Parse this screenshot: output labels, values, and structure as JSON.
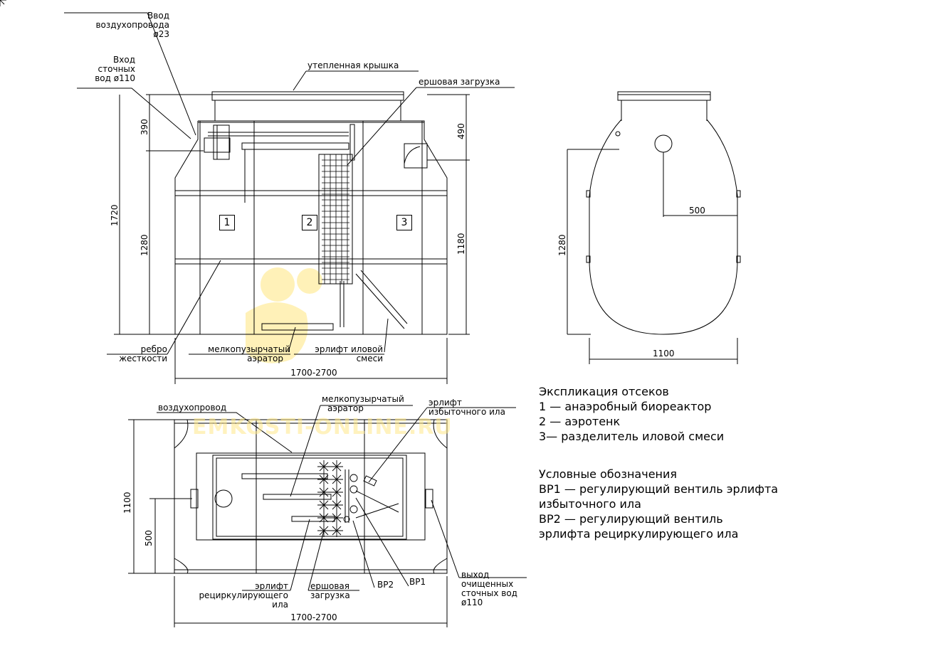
{
  "labels": {
    "air_inlet": [
      "Ввод",
      "воздухопровода",
      "ø23"
    ],
    "wastewater_inlet": [
      "Вход",
      "сточных",
      "вод ø110"
    ],
    "insulated_lid": "утепленная крышка",
    "brush_media_top": "ершовая загрузка",
    "stiffening_rib": [
      "ребро",
      "жесткости"
    ],
    "fine_aerator_side": [
      "мелкопузырчатый",
      "аэратор"
    ],
    "sludge_airlift_side": [
      "эрлифт иловой",
      "смеси"
    ],
    "air_line_plan": "воздухопровод",
    "fine_aerator_plan": [
      "мелкопузырчатый",
      "аэратор"
    ],
    "excess_airlift_plan": [
      "эрлифт",
      "избыточного ила"
    ],
    "recirc_airlift_plan": [
      "эрлифт",
      "рециркулирующего",
      "ила"
    ],
    "brush_media_plan": [
      "ершовая",
      "загрузка"
    ],
    "valve_vr2": "ВР2",
    "valve_vr1": "ВР1",
    "outlet_plan": [
      "выход",
      "очищенных",
      "сточных вод",
      "ø110"
    ]
  },
  "dimensions": {
    "side_390": "390",
    "side_490": "490",
    "side_1720": "1720",
    "side_1280": "1280",
    "side_1180": "1180",
    "side_length": "1700-2700",
    "end_500": "500",
    "end_1280": "1280",
    "end_1100": "1100",
    "plan_1100": "1100",
    "plan_500": "500",
    "plan_length": "1700-2700"
  },
  "compartments": [
    "1",
    "2",
    "3"
  ],
  "legend": {
    "explication_title": "Экспликация отсеков",
    "explication_items": [
      "1 — анаэробный биореактор",
      "2 — аэротенк",
      "3— разделитель иловой смеси"
    ],
    "symbols_title": "Условные обозначения",
    "symbols_items": [
      "ВР1 — регулирующий вентиль эрлифта",
      "избыточного ила",
      "ВР2 — регулирующий вентиль",
      "эрлифта рециркулирующего ила"
    ]
  },
  "watermark": "EMKOSTI-ONLINE.RU",
  "colors": {
    "line": "#000000",
    "watermark": "#ffe98a"
  }
}
